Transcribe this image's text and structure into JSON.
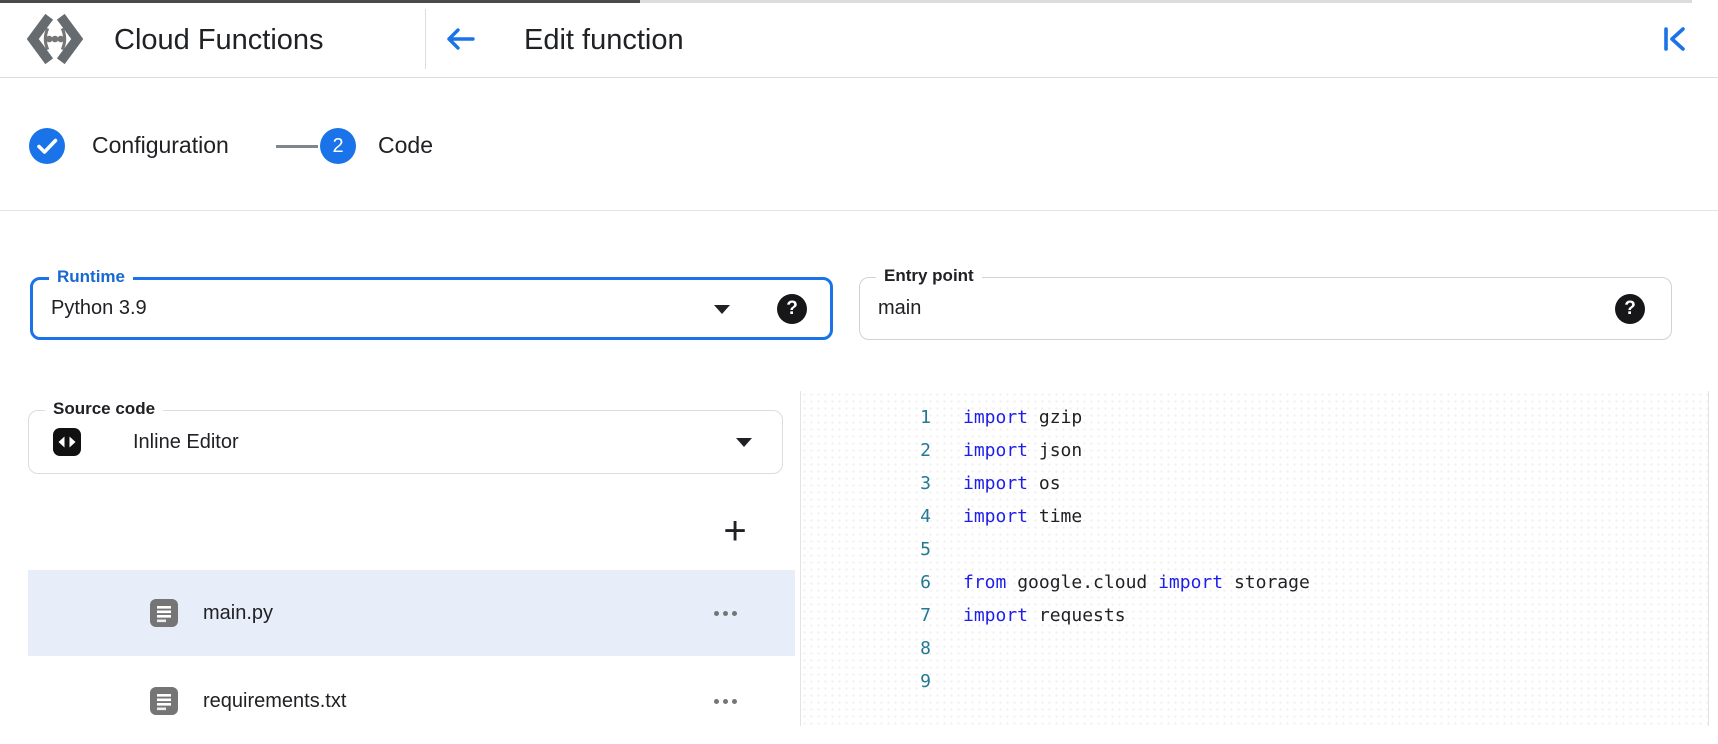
{
  "header": {
    "product_name": "Cloud Functions",
    "page_title": "Edit function",
    "logo_icon": "cloud-functions-logo",
    "back_icon": "arrow-left",
    "collapse_icon": "collapse-panel-left"
  },
  "stepper": {
    "steps": [
      {
        "label": "Configuration",
        "state": "complete",
        "indicator": "check"
      },
      {
        "label": "Code",
        "state": "current",
        "indicator": "2"
      }
    ]
  },
  "form": {
    "runtime": {
      "label": "Runtime",
      "value": "Python 3.9",
      "focused": true,
      "help_glyph": "?"
    },
    "entry_point": {
      "label": "Entry point",
      "value": "main",
      "help_glyph": "?"
    },
    "source_code": {
      "label": "Source code",
      "value": "Inline Editor"
    }
  },
  "file_explorer": {
    "add_label": "+",
    "files": [
      {
        "name": "main.py",
        "selected": true,
        "menu_icon": "more-horizontal"
      },
      {
        "name": "requirements.txt",
        "selected": false,
        "menu_icon": "more-horizontal"
      }
    ]
  },
  "editor": {
    "lines": [
      {
        "number": "1",
        "segments": [
          {
            "type": "keyword",
            "text": "import"
          },
          {
            "type": "plain",
            "text": " gzip"
          }
        ]
      },
      {
        "number": "2",
        "segments": [
          {
            "type": "keyword",
            "text": "import"
          },
          {
            "type": "plain",
            "text": " json"
          }
        ]
      },
      {
        "number": "3",
        "segments": [
          {
            "type": "keyword",
            "text": "import"
          },
          {
            "type": "plain",
            "text": " os"
          }
        ]
      },
      {
        "number": "4",
        "segments": [
          {
            "type": "keyword",
            "text": "import"
          },
          {
            "type": "plain",
            "text": " time"
          }
        ]
      },
      {
        "number": "5",
        "segments": []
      },
      {
        "number": "6",
        "segments": [
          {
            "type": "keyword",
            "text": "from"
          },
          {
            "type": "plain",
            "text": " google.cloud "
          },
          {
            "type": "keyword",
            "text": "import"
          },
          {
            "type": "plain",
            "text": " storage"
          }
        ]
      },
      {
        "number": "7",
        "segments": [
          {
            "type": "keyword",
            "text": "import"
          },
          {
            "type": "plain",
            "text": " requests"
          }
        ]
      },
      {
        "number": "8",
        "segments": []
      },
      {
        "number": "9",
        "segments": []
      }
    ]
  },
  "colors": {
    "accent": "#1a73e8",
    "focused_border": "#1a73e8",
    "runtime_label": "#1967d2",
    "selected_row_bg": "#e7eefa",
    "keyword": "#1e1eeb",
    "line_number": "#237893",
    "text_primary": "#202124",
    "icon_gray": "#757575"
  }
}
